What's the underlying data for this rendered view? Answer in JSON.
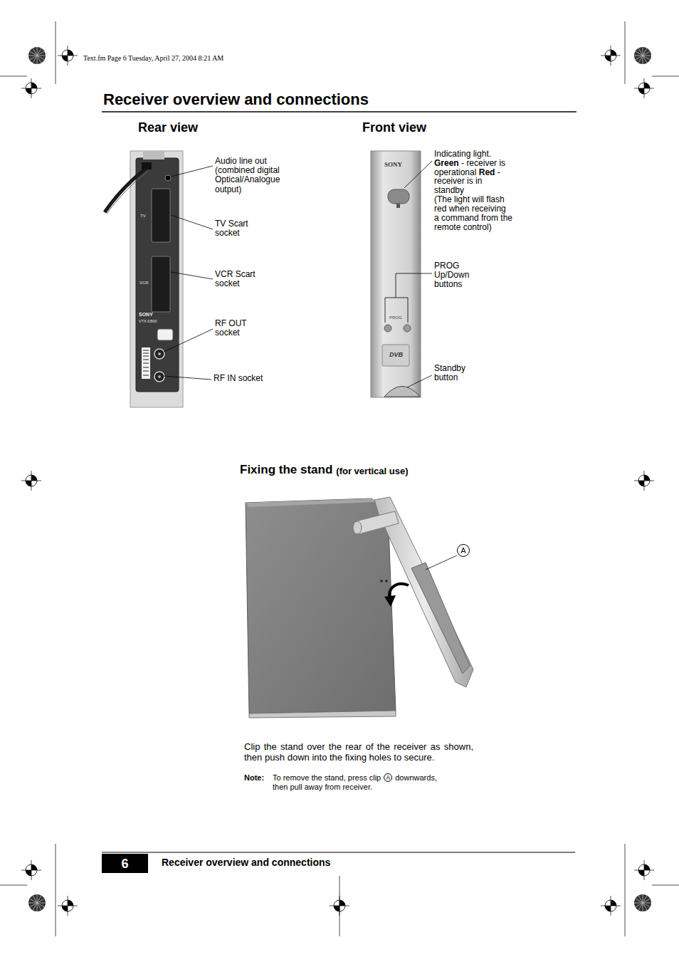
{
  "diagram": {
    "title": "Receiver overview and connections",
    "nodes": [
      {
        "text": [
          "A"
        ]
      },
      {
        "text": [
          "A"
        ]
      },
      {
        "text": [
          "6"
        ]
      }
    ],
    "labels": [
      "Text.fm Page 6 Tuesday, April 27, 2004 8:21 AM",
      "Rear view",
      "Front view",
      "Audio line out (combined digital Optical/Analogue output)",
      "TV Scart socket",
      "VCR Scart socket",
      "RF OUT socket",
      "RF IN socket",
      "Indicating light.",
      "Green",
      "- receiver is operational",
      "Red",
      "- receiver is in standby",
      "(The light will flash red when receiving a command from the remote control)",
      "PROG Up/Down buttons",
      "Standby button",
      "Fixing the stand",
      "(for vertical use)",
      "Clip the stand over the rear of the receiver as shown, then push down into the fixing holes to secure.",
      "Note:",
      "To remove the stand, press clip",
      "downwards,",
      "then pull away from receiver.",
      "Receiver overview and connections",
      "TV",
      "VCR",
      "SONY",
      "VTX-D800",
      "SONY",
      "PROG",
      "DVB"
    ]
  }
}
